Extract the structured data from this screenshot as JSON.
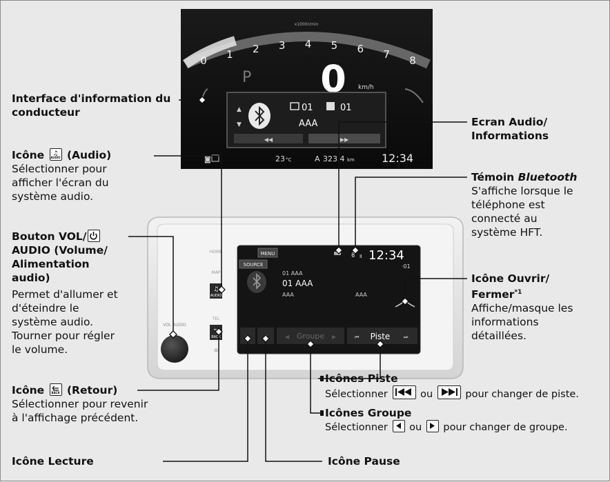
{
  "cluster": {
    "rpm_ticks": [
      "0",
      "1",
      "2",
      "3",
      "4",
      "5",
      "6",
      "7",
      "8"
    ],
    "rpm_unit": "x1000r/min",
    "gear": "P",
    "speed": "0",
    "speed_unit": "km/h",
    "folder_num": "01",
    "track_num": "01",
    "track_name": "AAA",
    "temperature": "23",
    "temperature_unit": "°C",
    "trip_label": "A",
    "trip_value": "323.4",
    "trip_unit": "km",
    "time": "12:34"
  },
  "head_unit": {
    "menu_label": "MENU",
    "source_label": "SOURCE",
    "time": "12:34",
    "volume": "·01",
    "line1": "01 AAA",
    "line2": "01 AAA",
    "line3a": "AAA",
    "line3b": "AAA",
    "group_label": "Groupe",
    "track_label": "Piste",
    "side_buttons": [
      "HOME",
      "MAP",
      "AUDIO",
      "TEL",
      "BACK"
    ],
    "knob_label": "VOL AUDIO"
  },
  "labels": {
    "driver_info_interface": [
      "Interface d'information du",
      "conducteur"
    ],
    "audio_icon_title_prefix": "Icône",
    "audio_icon_title_suffix": "(Audio)",
    "audio_icon_desc": [
      "Sélectionner pour",
      "afficher l'écran du",
      "système audio."
    ],
    "vol_button_title": [
      "Bouton VOL/",
      "AUDIO (Volume/",
      "Alimentation",
      "audio)"
    ],
    "vol_button_desc": [
      "Permet d'allumer et",
      "d'éteindre le",
      "système audio.",
      "Tourner pour régler",
      "le volume."
    ],
    "back_icon_title_prefix": "Icône",
    "back_icon_title_suffix": "(Retour)",
    "back_icon_desc": [
      "Sélectionner pour revenir",
      "à l'affichage précédent."
    ],
    "play_icon": "Icône Lecture",
    "pause_icon": "Icône Pause",
    "audio_screen": [
      "Ecran Audio/",
      "Informations"
    ],
    "bt_title_prefix": "Témoin",
    "bt_title_italic": "Bluetooth",
    "bt_desc": [
      "S'affiche lorsque le",
      "téléphone est",
      "connecté au",
      "système HFT."
    ],
    "open_close_title": [
      "Icône Ouvrir/",
      "Fermer"
    ],
    "open_close_sup": "*1",
    "open_close_desc": [
      "Affiche/masque les",
      "informations",
      "détaillées."
    ],
    "track_icons_title": "Icônes Piste",
    "track_icons_desc_a": "Sélectionner",
    "track_icons_desc_or": "ou",
    "track_icons_desc_b": "pour changer de piste.",
    "group_icons_title": "Icônes Groupe",
    "group_icons_desc_a": "Sélectionner",
    "group_icons_desc_or": "ou",
    "group_icons_desc_b": "pour changer de groupe."
  },
  "icon_text": {
    "audio_icon": "AUDIO",
    "back_icon": "BACK"
  }
}
